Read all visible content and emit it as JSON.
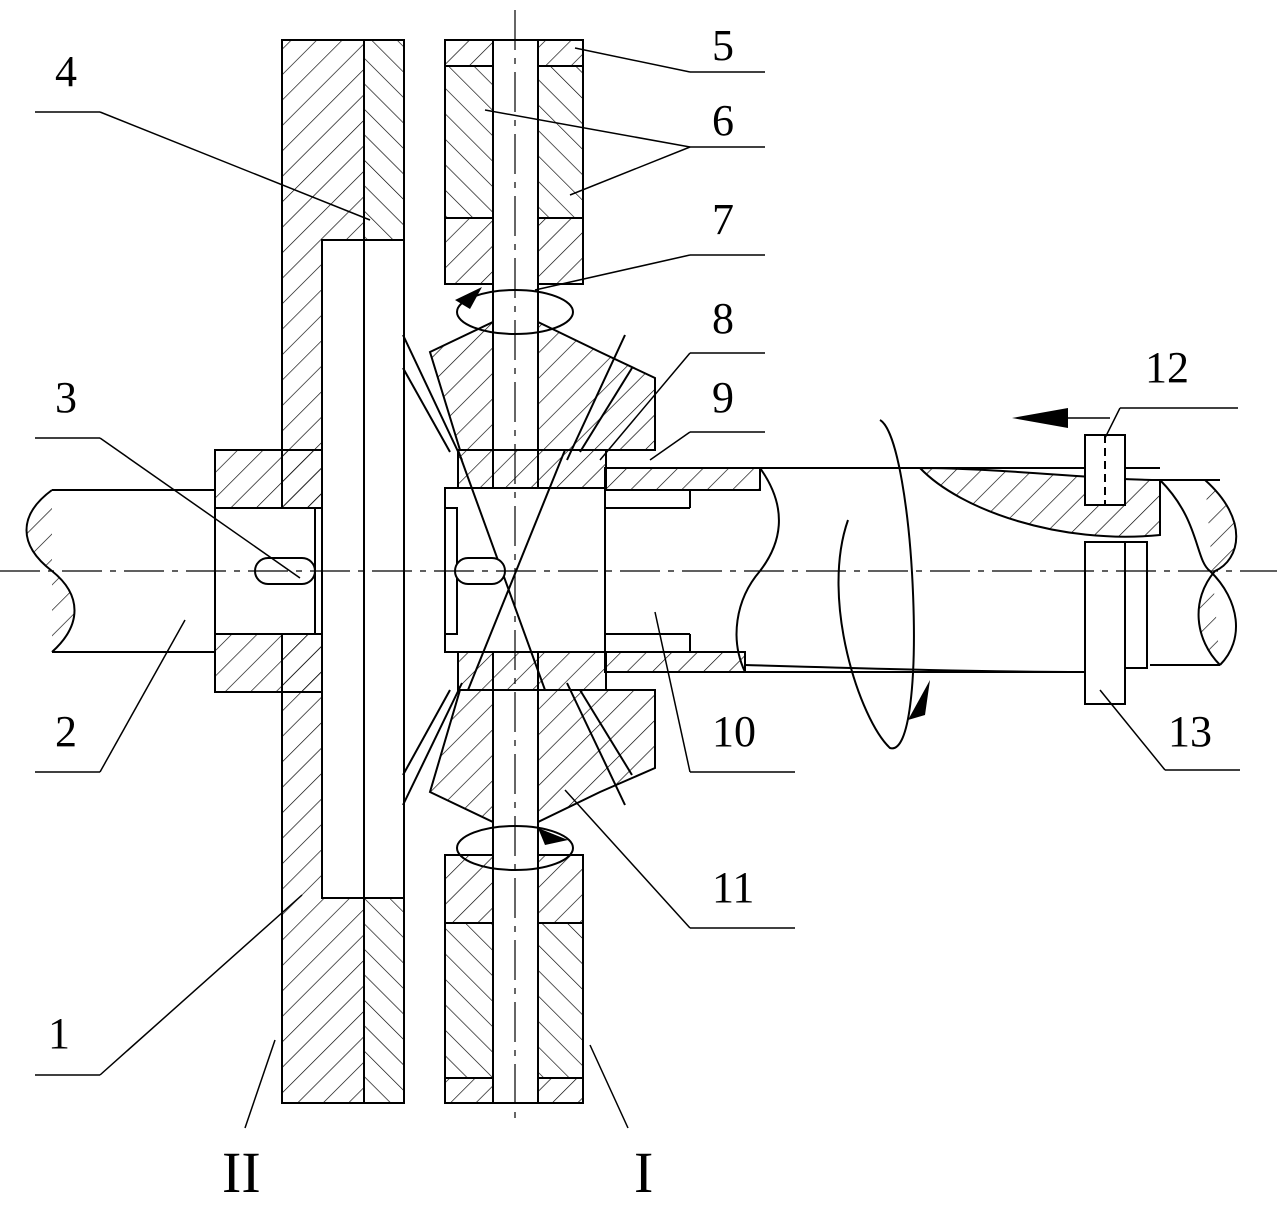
{
  "figure": {
    "labels": {
      "l1": "1",
      "l2": "2",
      "l3": "3",
      "l4": "4",
      "l5": "5",
      "l6": "6",
      "l7": "7",
      "l8": "8",
      "l9": "9",
      "l10": "10",
      "l11": "11",
      "l12": "12",
      "l13": "13",
      "lI": "I",
      "lII": "II"
    },
    "colors": {
      "line": "#000000",
      "background": "#ffffff"
    }
  }
}
